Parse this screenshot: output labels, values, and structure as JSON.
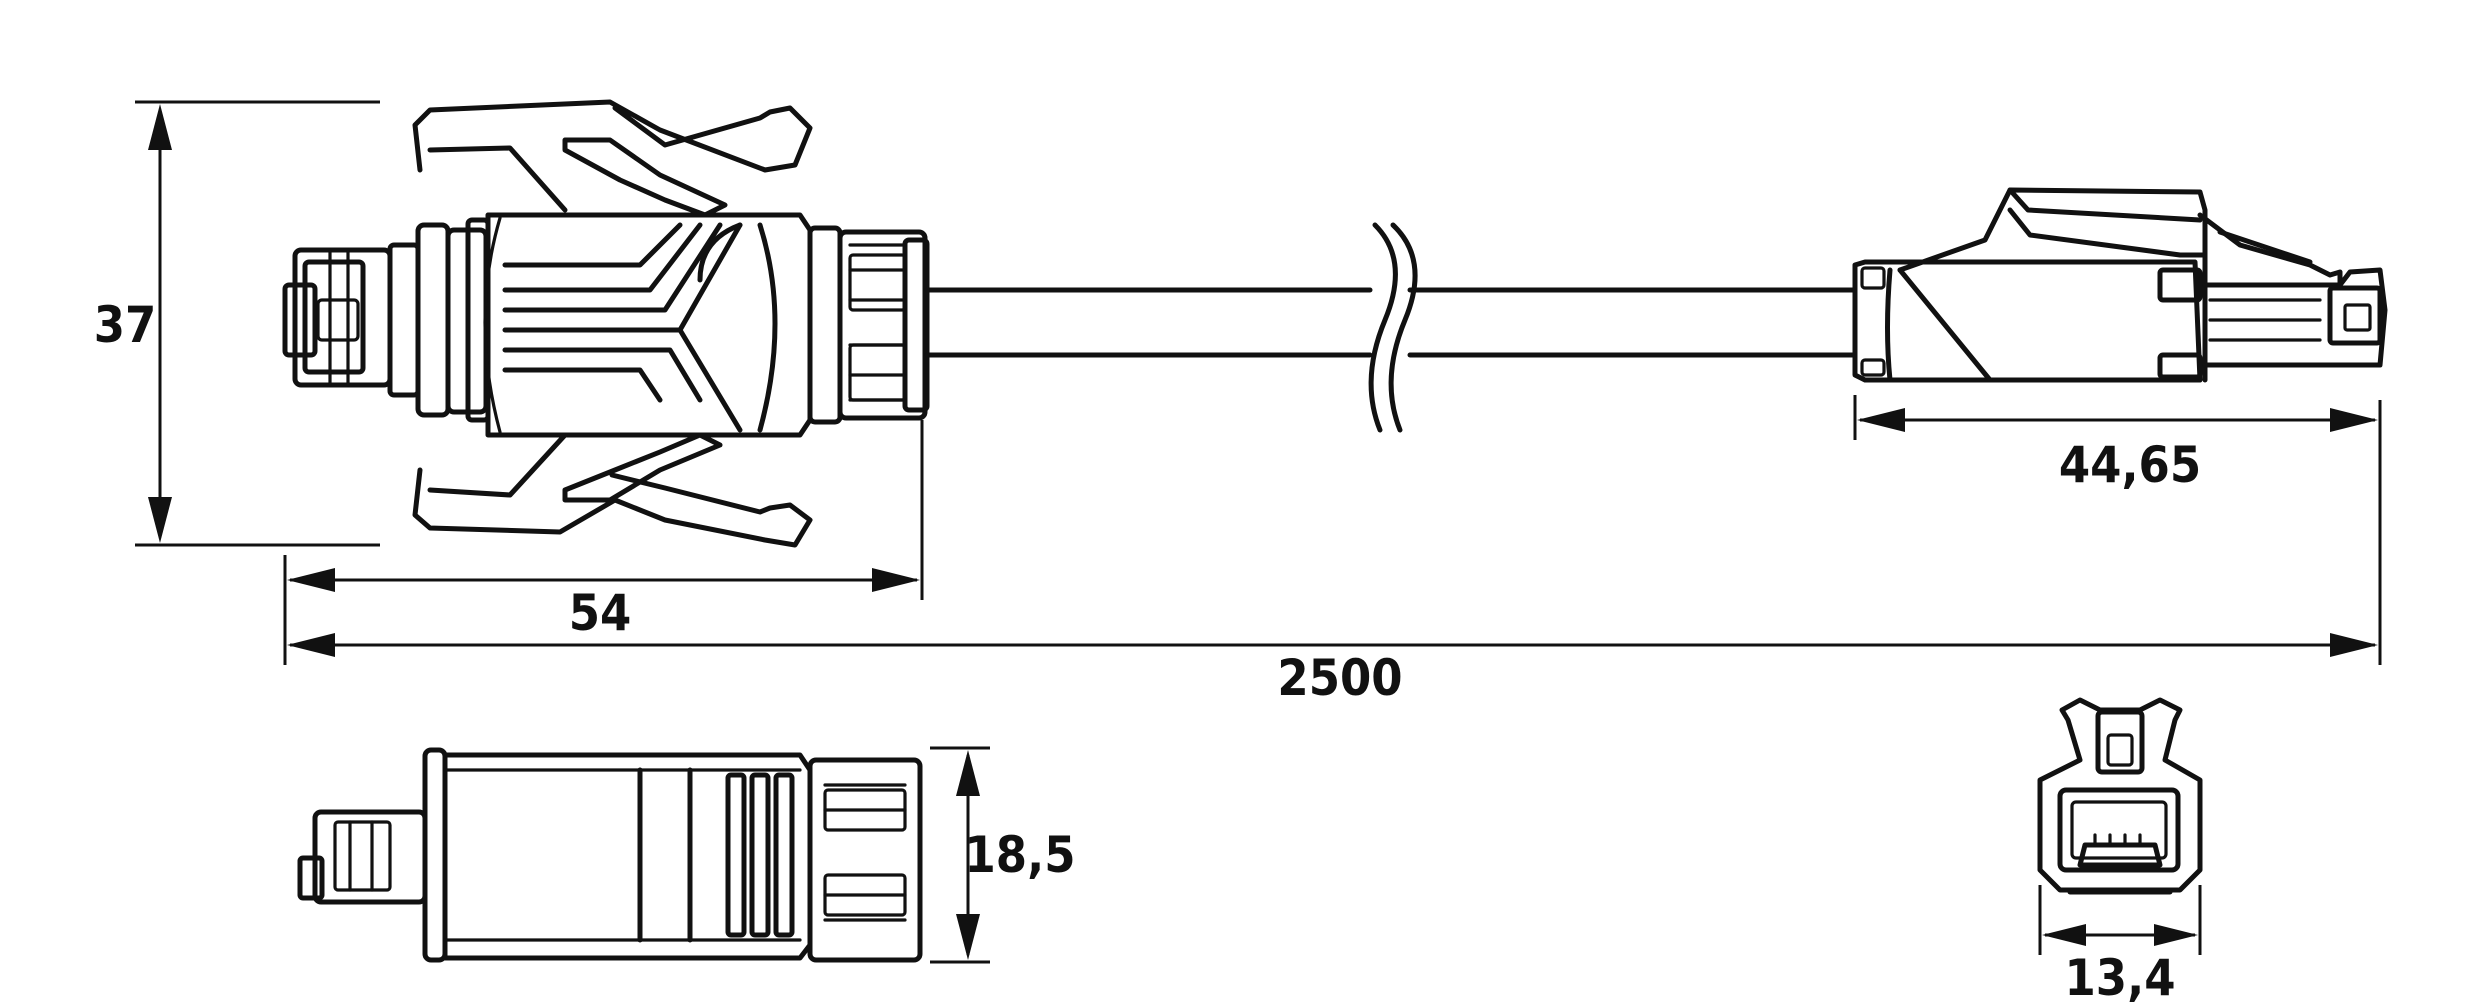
{
  "dimensions": {
    "height_left": "37",
    "length_left_connector": "54",
    "overall_length": "2500",
    "length_right_connector": "44,65",
    "side_height": "18,5",
    "end_width": "13,4"
  },
  "colors": {
    "line": "#111111",
    "background": "#ffffff"
  }
}
